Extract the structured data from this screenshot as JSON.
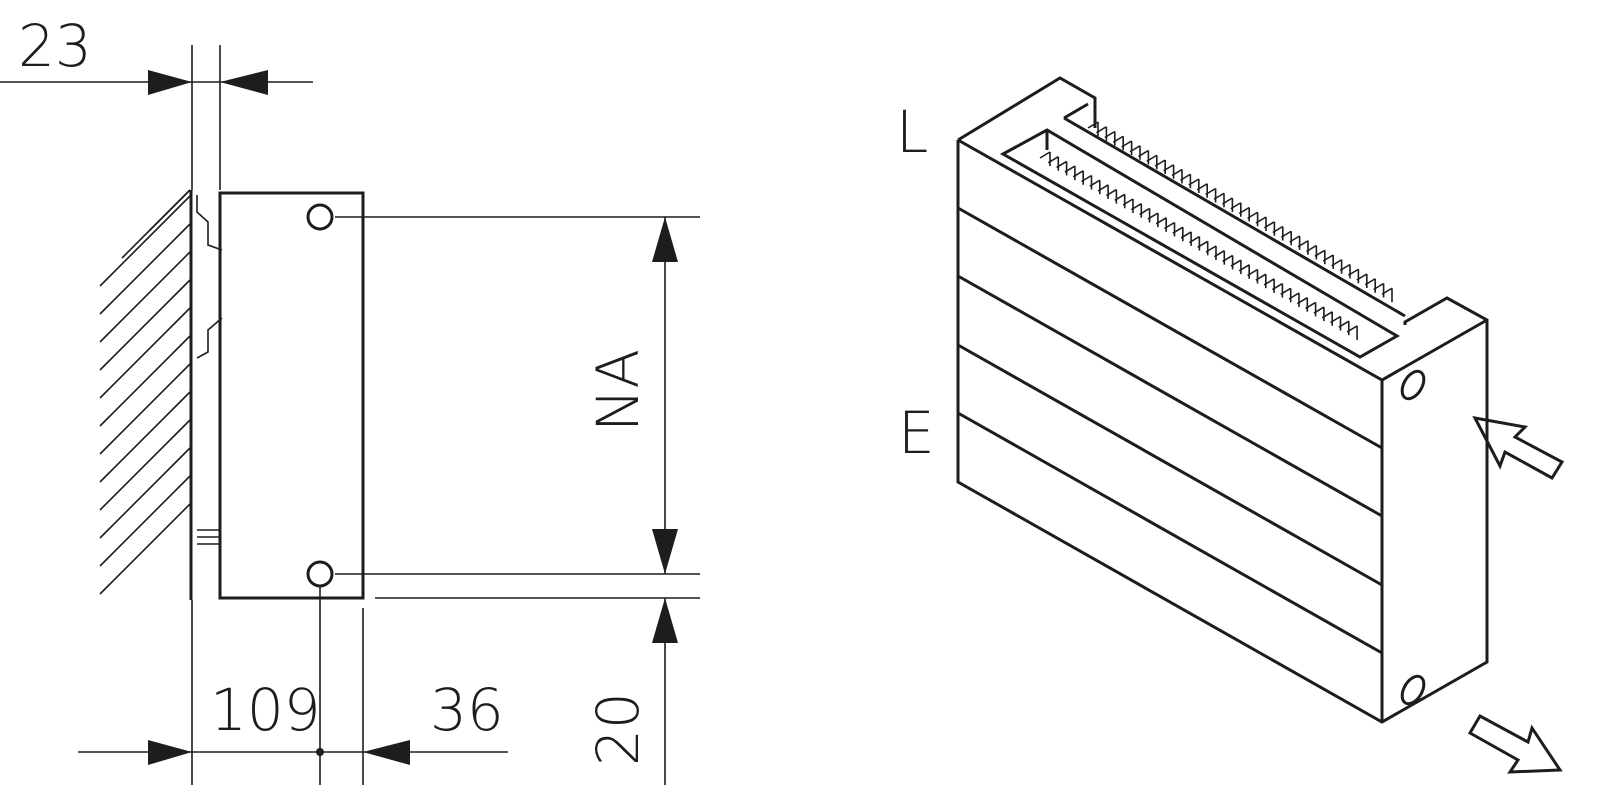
{
  "labels": {
    "wall_offset": "23",
    "depth": "109",
    "clearance": "36",
    "connection_distance": "NA",
    "bottom_offset": "20",
    "top_connection": "L",
    "bottom_connection": "E"
  },
  "colors": {
    "line": "#1d1d1b",
    "background": "#ffffff"
  }
}
